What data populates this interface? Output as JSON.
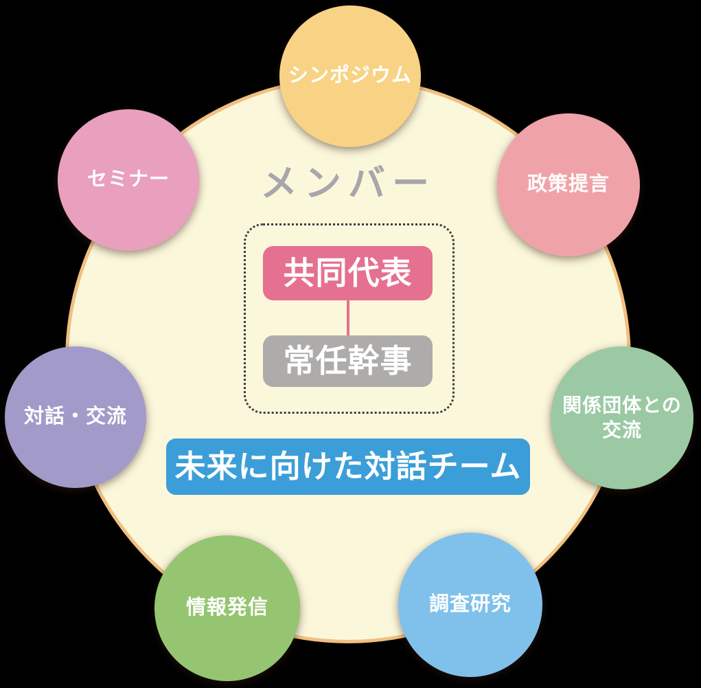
{
  "background_color": "#000000",
  "main_circle": {
    "title": "メンバー",
    "title_color": "#A7A6AA",
    "fill": "#FBF7DB",
    "border_color": "#F2BF80"
  },
  "org_chart": {
    "top_box": {
      "label": "共同代表",
      "color": "#E5708F",
      "text_color": "#ffffff"
    },
    "bottom_box": {
      "label": "常任幹事",
      "color": "#AEACAB",
      "text_color": "#ffffff"
    },
    "connector_color": "#E5708F",
    "frame_style": "dotted"
  },
  "team_banner": {
    "label": "未来に向けた対話チーム",
    "color": "#3B9ED8",
    "text_color": "#ffffff"
  },
  "satellites": [
    {
      "id": "symposium",
      "label": "シンポジウム",
      "color": "#F8D385"
    },
    {
      "id": "seminar",
      "label": "セミナー",
      "color": "#E99FBE"
    },
    {
      "id": "policy-proposal",
      "label": "政策提言",
      "color": "#EFA3A8"
    },
    {
      "id": "dialogue-exchange",
      "label": "対話・交流",
      "color": "#A29AC9"
    },
    {
      "id": "related-organizations-exchange",
      "label": "関係団体との交流",
      "label_lines": [
        "関係団体との",
        "交流"
      ],
      "color": "#9BC9A4"
    },
    {
      "id": "information-dissemination",
      "label": "情報発信",
      "color": "#96C572"
    },
    {
      "id": "research-study",
      "label": "調査研究",
      "color": "#7FC1EB"
    }
  ]
}
